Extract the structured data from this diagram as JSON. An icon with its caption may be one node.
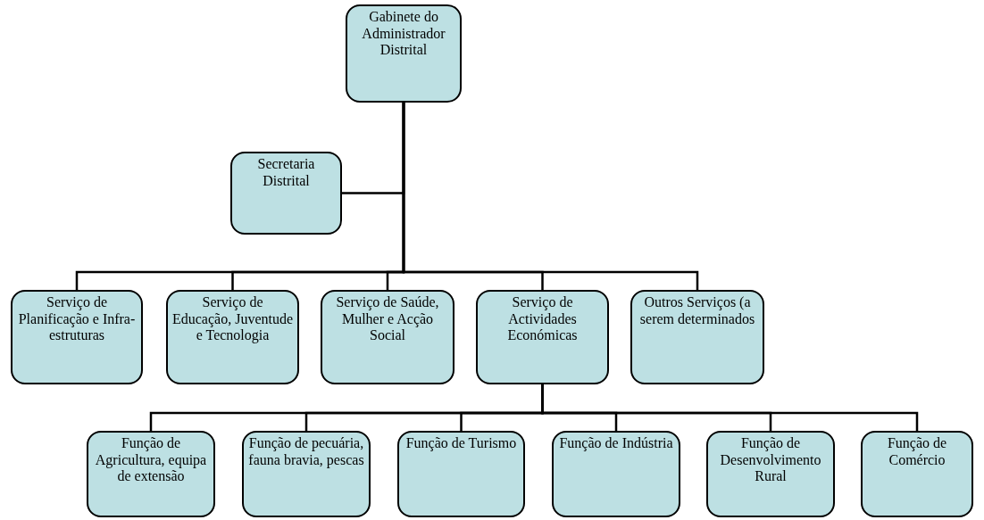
{
  "diagram": {
    "nodes": [
      {
        "text": [
          "Gabinete do Administrador Distrital"
        ]
      },
      {
        "text": [
          "Secretaria Distrital"
        ]
      },
      {
        "text": [
          "Serviço de Planificação e Infra-estruturas"
        ]
      },
      {
        "text": [
          "Serviço de Educação, Juventude e Tecnologia"
        ]
      },
      {
        "text": [
          "Serviço de Saúde, Mulher e Acção Social"
        ]
      },
      {
        "text": [
          "Serviço de Actividades Económicas"
        ]
      },
      {
        "text": [
          "Outros Serviços (a serem determinados"
        ]
      },
      {
        "text": [
          "Função de Agricultura, equipa de extensão"
        ]
      },
      {
        "text": [
          "Função de pecuária, fauna bravia, pescas"
        ]
      },
      {
        "text": [
          "Função de Turismo"
        ]
      },
      {
        "text": [
          "Função de Indústria"
        ]
      },
      {
        "text": [
          "Função de Desenvolvimento Rural"
        ]
      },
      {
        "text": [
          "Função de Comércio"
        ]
      }
    ],
    "edges": [
      {
        "from": 0,
        "to": 1,
        "arrow": "none"
      },
      {
        "from": 0,
        "to": 2,
        "arrow": "none"
      },
      {
        "from": 0,
        "to": 3,
        "arrow": "none"
      },
      {
        "from": 0,
        "to": 4,
        "arrow": "none"
      },
      {
        "from": 0,
        "to": 5,
        "arrow": "none"
      },
      {
        "from": 0,
        "to": 6,
        "arrow": "none"
      },
      {
        "from": 5,
        "to": 7,
        "arrow": "none"
      },
      {
        "from": 5,
        "to": 8,
        "arrow": "none"
      },
      {
        "from": 5,
        "to": 9,
        "arrow": "none"
      },
      {
        "from": 5,
        "to": 10,
        "arrow": "none"
      },
      {
        "from": 5,
        "to": 11,
        "arrow": "none"
      },
      {
        "from": 5,
        "to": 12,
        "arrow": "none"
      }
    ]
  }
}
